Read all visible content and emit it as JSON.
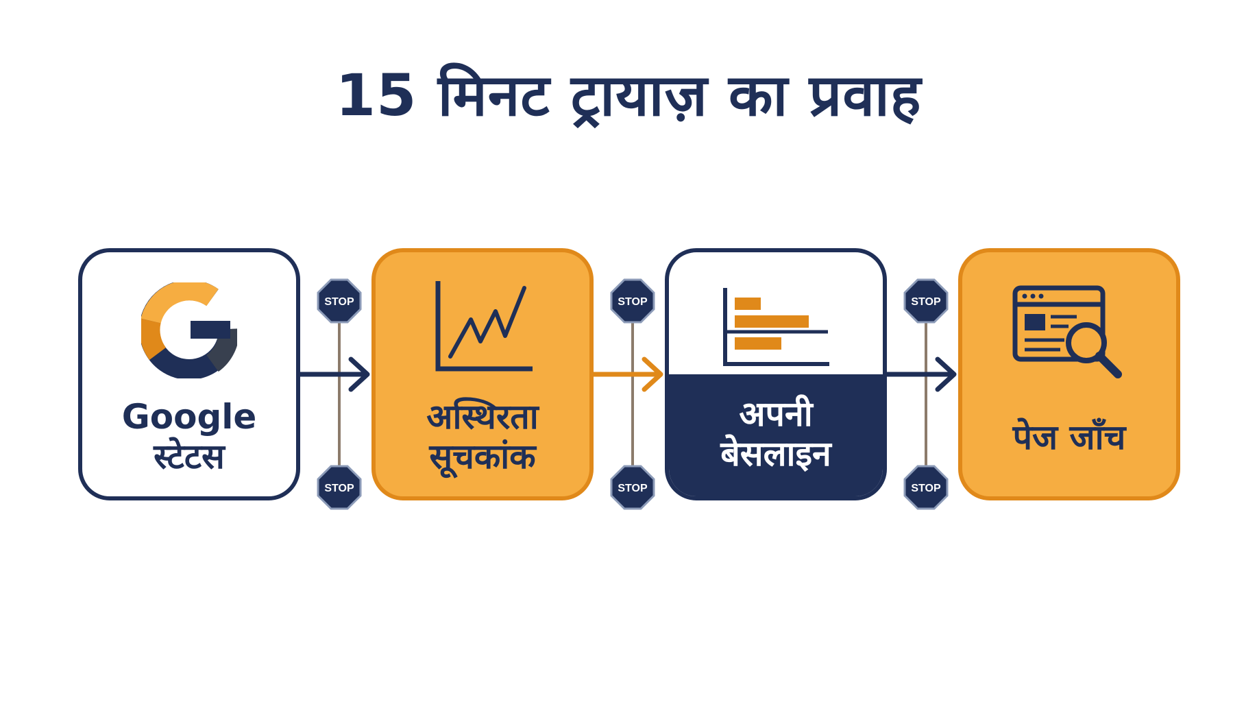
{
  "title": "15 मिनट ट्रायाज़ का प्रवाह",
  "steps": [
    {
      "line1": "Google",
      "line2": "स्टेटस",
      "icon": "google-g-icon",
      "style": "white"
    },
    {
      "line1": "अस्थिरता",
      "line2": "सूचकांक",
      "icon": "line-chart-icon",
      "style": "orange"
    },
    {
      "line1": "अपनी",
      "line2": "बेसलाइन",
      "icon": "bar-chart-icon",
      "style": "split-navy"
    },
    {
      "line1": "पेज जाँच",
      "icon": "browser-search-icon",
      "style": "orange"
    }
  ],
  "stop_sign_text": "STOP",
  "connectors": [
    {
      "arrow_color": "#1f2f57"
    },
    {
      "arrow_color": "#e0891a"
    },
    {
      "arrow_color": "#1f2f57"
    }
  ],
  "colors": {
    "navy": "#1f2f57",
    "orange": "#f6ad41",
    "orange_border": "#e0891a",
    "accent_orange": "#e0891a"
  }
}
